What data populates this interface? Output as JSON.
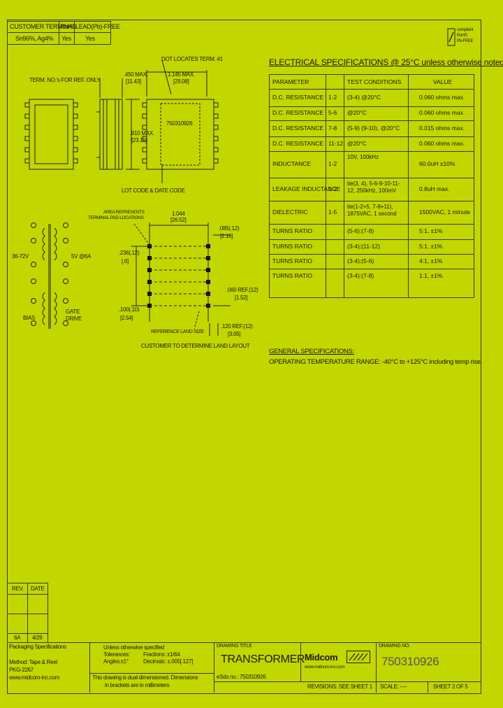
{
  "header_table": {
    "col1": "CUSTOMER TERMINAL",
    "col2": "RoHS",
    "col3": "LEAD(Pb)-FREE",
    "row1": "Sn96%, Ag4%",
    "row1_rohs": "Yes",
    "row1_lead": "Yes"
  },
  "logo_corner": [
    "compliant",
    "RoHS",
    "Pb-FREE"
  ],
  "spec_title": "ELECTRICAL SPECIFICATIONS @ 25°C unless otherwise noted:",
  "spec_headers": [
    "PARAMETER",
    "TEST CONDITIONS",
    "VALUE"
  ],
  "spec_rows": [
    {
      "param": "D.C. RESISTANCE",
      "pins": "1-2",
      "cond": "(3-4) @20°C",
      "value": "0.060 ohms max."
    },
    {
      "param": "D.C. RESISTANCE",
      "pins": "5-6",
      "cond": "@20°C",
      "value": "0.060 ohms max."
    },
    {
      "param": "D.C. RESISTANCE",
      "pins": "7-8",
      "cond": "(5-9) (9-10), @20°C",
      "value": "0.015 ohms max."
    },
    {
      "param": "D.C. RESISTANCE",
      "pins": "11-12",
      "cond": "@20°C",
      "value": "0.060 ohms max."
    },
    {
      "param": "INDUCTANCE",
      "pins": "1-2",
      "cond": "10V, 100kHz",
      "value": "60.0uH ±10%"
    },
    {
      "param": "LEAKAGE INDUCTANCE",
      "pins": "1-2",
      "cond": "tie(3, 4), 5-6-9-10-11-12, 250kHz, 100mV",
      "value": "0.8uH max."
    },
    {
      "param": "DIELECTRIC",
      "pins": "1-5",
      "cond": "tie(1-2+5, 7-8+11), 1875VAC, 1 second",
      "value": "1500VAC, 1 minute"
    },
    {
      "param": "TURNS RATIO",
      "pins": "",
      "cond": "(5-6):(7-8)",
      "value": "5:1, ±1%"
    },
    {
      "param": "TURNS RATIO",
      "pins": "",
      "cond": "(3-4):(11-12)",
      "value": "5:1, ±1%"
    },
    {
      "param": "TURNS RATIO",
      "pins": "",
      "cond": "(3-4):(5-6)",
      "value": "4:1, ±1%"
    },
    {
      "param": "TURNS RATIO",
      "pins": "",
      "cond": "(3-4):(7-8)",
      "value": "1:1, ±1%"
    }
  ],
  "general_title": "GENERAL SPECIFICATIONS:",
  "general_text": "OPERATING TEMPERATURE RANGE: -40°C to +125°C including temp rise.",
  "drawing_notes": {
    "pin_note": "TERM. NO.'s FOR REF. ONLY",
    "locator_note": "DOT LOCATES TERM. #1",
    "lot_code": "LOT CODE & DATE CODE",
    "part_mark": "750310926",
    "dim_450": ".450 MAX.",
    "dim_450_mm": "[11.43]",
    "dim_1145": "1.145 MAX.",
    "dim_1145_mm": "[29.08]",
    "dim_910": ".910 MAX.",
    "dim_910_mm": "[23.11]",
    "pad_note_1": "AREA REPRESENTS",
    "pad_note_2": "TERMINAL PAD LOCATIONS",
    "dim_1044": "1.044",
    "dim_1044_mm": "[26.52]",
    "dim_085": ".085(.12)",
    "dim_085_mm": "[2.16]",
    "dim_236": ".236(.12)",
    "dim_236_mm": "[.6]",
    "dim_100": ".100(.10)",
    "dim_100_mm": "[2.54]",
    "dim_060": ".060 REF.(12)",
    "dim_060_mm": "[1.52]",
    "dim_120": ".120 REF.(12)",
    "dim_120_mm": "[3.05]",
    "ref_land": "REFERENCE LAND SIZE",
    "customer_note": "CUSTOMER TO DETERMINE LAND LAYOUT",
    "sch_left": "36-72V",
    "sch_right": "5V @6A",
    "sch_bias": "BIAS",
    "sch_gate": "GATE DRIVE"
  },
  "rev_block": {
    "rev_label": "REV.",
    "date_label": "DATE",
    "rev": "6A",
    "date": "4/29"
  },
  "title_block": {
    "packaging": "Packaging Specifications",
    "method": "Method: Tape & Reel",
    "pkg": "PKG-2267",
    "url": "www.midcom-inc.com",
    "unless": "Unless otherwise specified",
    "tolerances": "Tolerances:",
    "fractions": "Fractions: ±1/64",
    "angles": "Angles:±1°",
    "decimals": "Decimals: ±.005[.127]",
    "disclaimer_1": "This drawing is dual dimensioned. Dimensions",
    "disclaimer_2": "in brackets are in millimeters",
    "drawing_title_label": "DRAWING TITLE",
    "drawing_title": "TRANSFORMER",
    "esds": "eSds no.: 750310926",
    "logo": "Midcom",
    "logo_sub": "www.midcom-inc.com",
    "revisions": "REVISIONS: SEE SHEET 1",
    "drawing_no_label": "DRAWING NO.",
    "drawing_no": "750310926",
    "scale": "SCALE: ----",
    "sheet": "SHEET 2 OF 5"
  }
}
